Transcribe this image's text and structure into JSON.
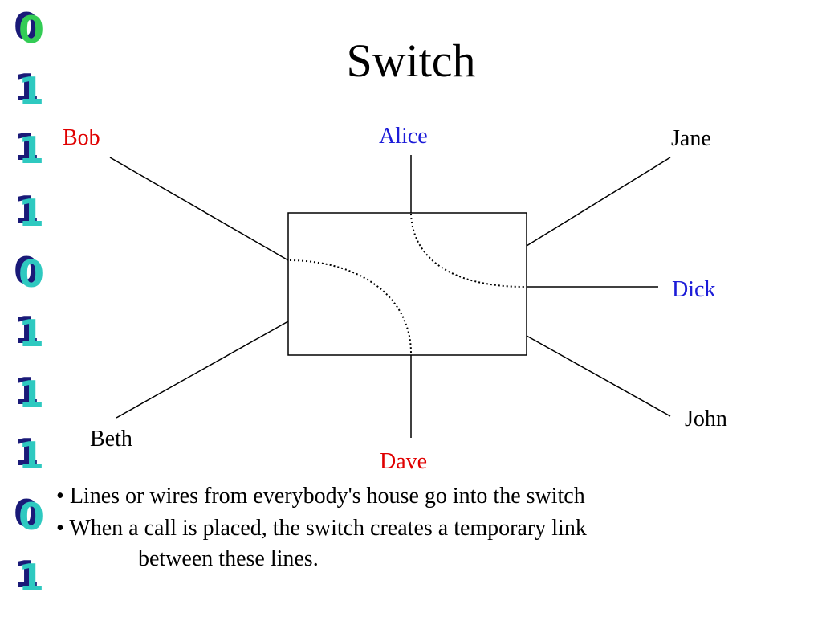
{
  "slide": {
    "title": "Switch"
  },
  "decor": {
    "binary_digits": [
      "0",
      "1",
      "1",
      "1",
      "0",
      "1",
      "1",
      "1",
      "0",
      "1"
    ]
  },
  "nodes": {
    "bob": {
      "label": "Bob",
      "color": "#e00000"
    },
    "alice": {
      "label": "Alice",
      "color": "#1c1cd8"
    },
    "jane": {
      "label": "Jane",
      "color": "#000000"
    },
    "dick": {
      "label": "Dick",
      "color": "#1c1cd8"
    },
    "john": {
      "label": "John",
      "color": "#000000"
    },
    "beth": {
      "label": "Beth",
      "color": "#000000"
    },
    "dave": {
      "label": "Dave",
      "color": "#e00000"
    }
  },
  "connections": [
    {
      "from": "bob",
      "to": "dave",
      "style": "dotted"
    },
    {
      "from": "alice",
      "to": "dick",
      "style": "dotted"
    }
  ],
  "bullets": {
    "items": [
      "Lines or wires from everybody's house go into the switch",
      "When a call is placed, the switch creates a temporary link"
    ],
    "continuation": "between these lines.",
    "marker": "•"
  }
}
